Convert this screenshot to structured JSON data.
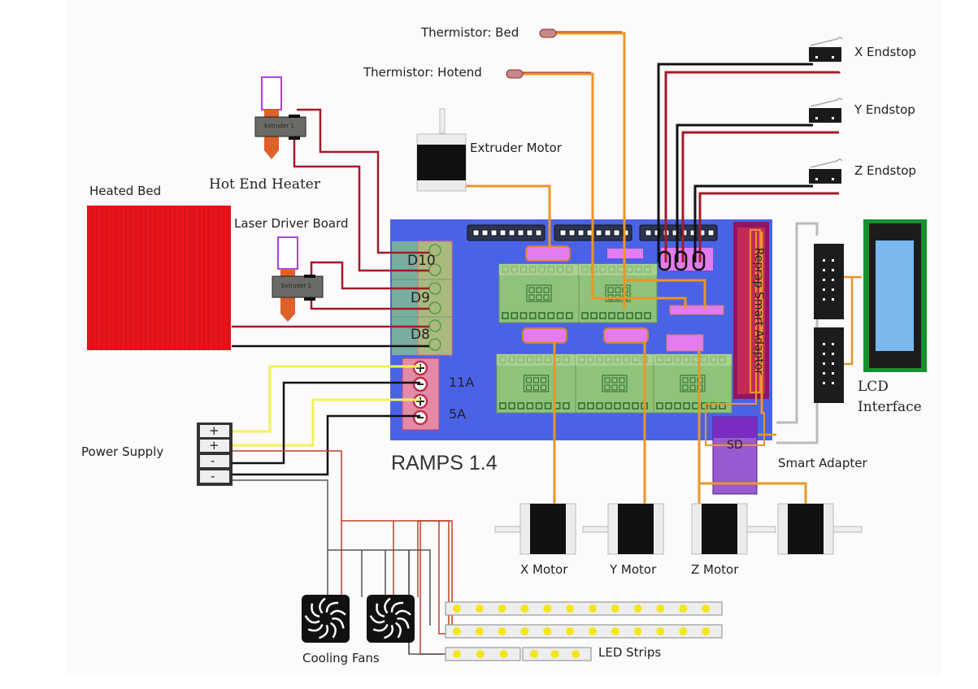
{
  "diagram": {
    "title": "RAMPS 1.4",
    "labels": {
      "thermistor_bed": "Thermistor: Bed",
      "thermistor_hotend": "Thermistor: Hotend",
      "extruder_motor": "Extruder Motor",
      "hot_end_heater": "Hot End Heater",
      "heated_bed": "Heated Bed",
      "laser_driver_board": "Laser Driver Board",
      "x_endstop": "X Endstop",
      "y_endstop": "Y Endstop",
      "z_endstop": "Z Endstop",
      "power_supply": "Power Supply",
      "smart_adapter": "Smart Adapter",
      "lcd_interface_line1": "LCD",
      "lcd_interface_line2": "Interface",
      "x_motor": "X Motor",
      "y_motor": "Y Motor",
      "z_motor": "Z Motor",
      "cooling_fans": "Cooling Fans",
      "led_strips": "LED Strips",
      "reprap_smart_adaptor": "Reprap Smart Adaptor",
      "sd": "SD",
      "extruder_chip": "Extruder 1"
    },
    "outputs": [
      "D10",
      "D9",
      "D8"
    ],
    "power_inputs": [
      "11A",
      "5A"
    ],
    "power_supply_terminals": [
      "+",
      "+",
      "-",
      "-"
    ],
    "colors": {
      "board_blue": "#4a63e6",
      "heated_bed_red": "#e8141c",
      "wire_red": "#a01c28",
      "wire_orange": "#e8962a",
      "wire_yellow": "#f2f25a",
      "wire_black": "#111111",
      "driver_green": "#8fc27a",
      "header_pink": "#e27cf0",
      "smart_adaptor_magenta": "#b0205a",
      "sd_purple": "#9a5ad0",
      "lcd_green": "#17902e",
      "lcd_screen": "#7ab8ee",
      "led_yellow": "#f5e61a"
    }
  }
}
